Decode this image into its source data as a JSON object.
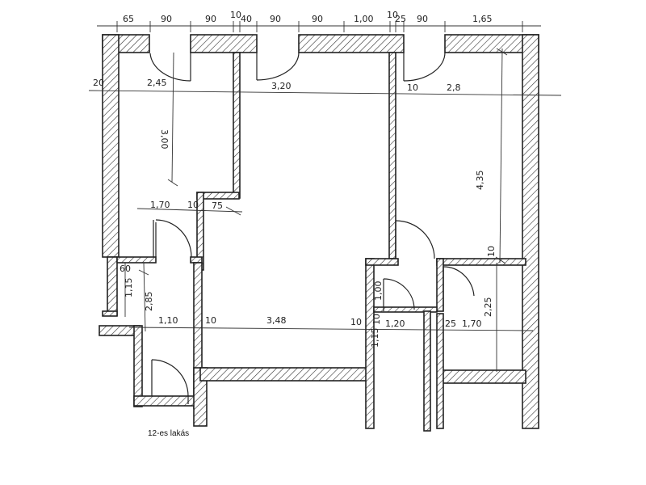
{
  "caption": "12-es lakás",
  "top_dimensions": [
    "65",
    "90",
    "90",
    "10",
    "40",
    "90",
    "90",
    "1,00",
    "10",
    "25",
    "90",
    "1,65"
  ],
  "room_dimensions": {
    "left_wall": "20",
    "room1_width": "2,45",
    "room1_height": "3,00",
    "hall_width": "3,20",
    "room3_offset": "10",
    "room3_width": "2,8",
    "room3_height": "4,35",
    "step_width": "1,70",
    "step_wall": "10",
    "step_offset": "75",
    "small_60": "60",
    "small_115": "1,15",
    "small_285": "2,85",
    "bottom_110": "1,10",
    "bottom_10a": "10",
    "bottom_348": "3,48",
    "bottom_10b": "10",
    "bath_100": "1,00",
    "bath_10": "10",
    "bath_120": "1,20",
    "bath_115": "1,15",
    "bath_25": "25",
    "bath_170": "1,70",
    "right_10": "10",
    "right_225": "2,25"
  }
}
